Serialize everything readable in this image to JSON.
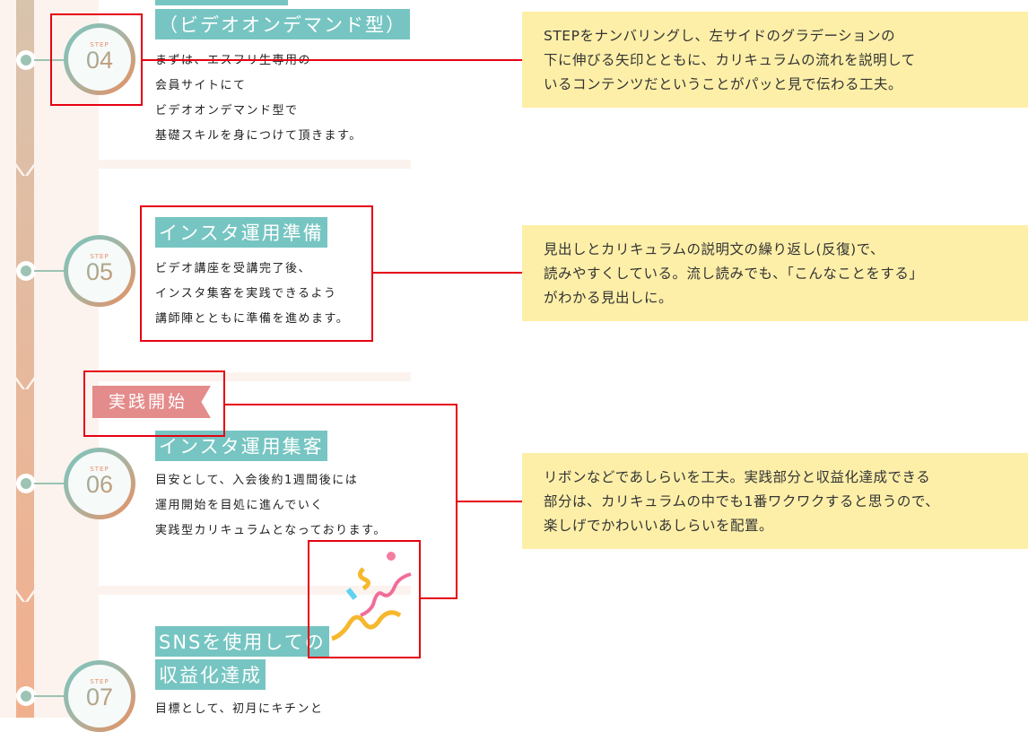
{
  "steps": [
    {
      "label": "STEP",
      "number": "04",
      "title_lines": [
        "（ビデオオンデマンド型）"
      ],
      "body": [
        "まずは、エスフリ生専用の",
        "会員サイトにて",
        "ビデオオンデマンド型で",
        "基礎スキルを身につけて頂きます。"
      ]
    },
    {
      "label": "STEP",
      "number": "05",
      "title_lines": [
        "インスタ運用準備"
      ],
      "body": [
        "ビデオ講座を受講完了後、",
        "インスタ集客を実践できるよう",
        "講師陣とともに準備を進めます。"
      ]
    },
    {
      "label": "STEP",
      "number": "06",
      "title_lines": [
        "インスタ運用集客"
      ],
      "body": [
        "目安として、入会後約1週間後には",
        "運用開始を目処に進んでいく",
        "実践型カリキュラムとなっております。"
      ]
    },
    {
      "label": "STEP",
      "number": "07",
      "title_lines": [
        "SNSを使用しての",
        "収益化達成"
      ],
      "body": [
        "目標として、初月にキチンと"
      ]
    }
  ],
  "ribbon": "実践開始",
  "notes": [
    [
      "STEPをナンバリングし、左サイドのグラデーションの",
      "下に伸びる矢印とともに、カリキュラムの流れを説明して",
      "いるコンテンツだということがパッと見で伝わる工夫。"
    ],
    [
      "見出しとカリキュラムの説明文の繰り返し(反復)で、",
      "読みやすくしている。流し読みでも、「こんなことをする」",
      "がわかる見出しに。"
    ],
    [
      "リボンなどであしらいを工夫。実践部分と収益化達成できる",
      "部分は、カリキュラムの中でも1番ワクワクすると思うので、",
      "楽しげでかわいいあしらいを配置。"
    ]
  ],
  "colors": {
    "teal": "#76c5c2",
    "note": "#fdefa8",
    "annotation": "#e60012",
    "ribbon": "#e48b8b"
  }
}
